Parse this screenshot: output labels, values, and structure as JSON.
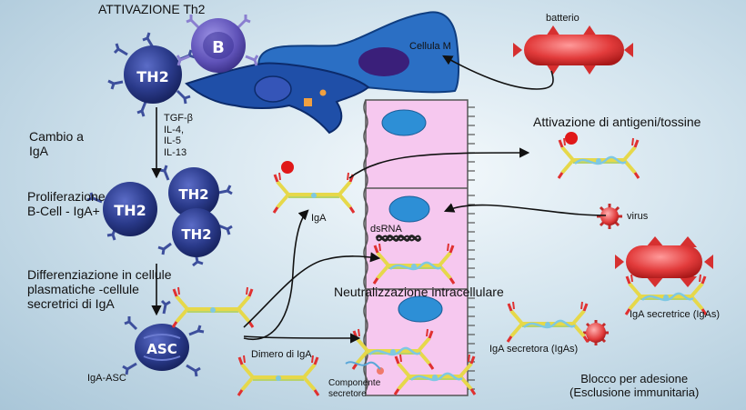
{
  "title": "ATTIVAZIONE Th2",
  "cells": {
    "th2": "TH2",
    "b": "B",
    "asc": "ASC",
    "dsrna": "dsRNA"
  },
  "cytokines": [
    "TGF-β",
    "IL-4,",
    "IL-5",
    "IL-13"
  ],
  "left_steps": {
    "switch": [
      "Cambio a",
      "IgA"
    ],
    "proliferation": [
      "Proliferazione",
      "B-Cell - IgA+"
    ],
    "differentiation": [
      "Differenziazione in cellule",
      "plasmatiche -cellule",
      "secretrici di IgA"
    ],
    "asc_label": "IgA-ASC"
  },
  "labels": {
    "m_cell": "Cellula M",
    "bacterium": "batterio",
    "antigen_activation": "Attivazione di antigeni/tossine",
    "iga": "IgA",
    "virus": "virus",
    "intracellular_neutralization": "Neutralizzazione intracellulare",
    "iga_dimer": "Dimero di IgA",
    "secretory_component": [
      "Componente",
      "secretore"
    ],
    "secretory_iga_right": "IgA secretrice (IgAs)",
    "secretory_iga_mid": "IgA secretora (IgAs)",
    "adhesion_block": [
      "Blocco per adesione",
      "(Esclusione immunitaria)"
    ]
  },
  "colors": {
    "th2_cell": "#2a3a8a",
    "b_cell": "#5f52b8",
    "dendritic_cell": "#1f4fa8",
    "m_cell": "#2b6fc4",
    "epithelium": "#f6c8ef",
    "nucleus": "#2d8fd6",
    "bacterium": "#e23b3b",
    "antibody_chain": "#e6d84a",
    "antibody_tip": "#e03030"
  }
}
